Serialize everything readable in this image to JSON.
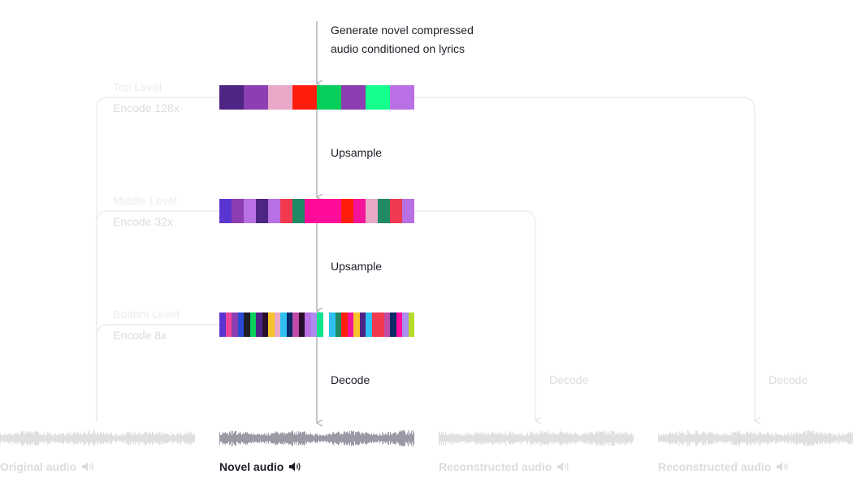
{
  "annotations": {
    "generate_line1": "Generate novel compressed",
    "generate_line2": "audio conditioned on lyrics",
    "upsample_top": "Upsample",
    "upsample_mid": "Upsample",
    "decode_main": "Decode",
    "decode_mid": "Decode",
    "decode_top": "Decode"
  },
  "levels": [
    {
      "name": "Top Level",
      "encode": "Encode 128x",
      "codes": [
        {
          "c": "#4e2484",
          "w": 30
        },
        {
          "c": "#8b3fb3",
          "w": 30
        },
        {
          "c": "#e8a8c8",
          "w": 30
        },
        {
          "c": "#ff1e0e",
          "w": 30
        },
        {
          "c": "#06ce5a",
          "w": 30
        },
        {
          "c": "#8c3db0",
          "w": 30
        },
        {
          "c": "#14ff8c",
          "w": 30
        },
        {
          "c": "#b870e4",
          "w": 30
        }
      ]
    },
    {
      "name": "Middle Level",
      "encode": "Encode 32x",
      "codes": [
        {
          "c": "#5b35cf",
          "w": 15
        },
        {
          "c": "#8c3db0",
          "w": 15
        },
        {
          "c": "#b870e4",
          "w": 15
        },
        {
          "c": "#4e2484",
          "w": 15
        },
        {
          "c": "#b870e4",
          "w": 15
        },
        {
          "c": "#f1394f",
          "w": 15
        },
        {
          "c": "#1f8a64",
          "w": 15
        },
        {
          "c": "#ff0c9a",
          "w": 15
        },
        {
          "c": "#ff0c9a",
          "w": 15
        },
        {
          "c": "#ff0c9a",
          "w": 15
        },
        {
          "c": "#ff1e0e",
          "w": 15
        },
        {
          "c": "#f3149a",
          "w": 15
        },
        {
          "c": "#e8a8c8",
          "w": 15
        },
        {
          "c": "#1f8a64",
          "w": 15
        },
        {
          "c": "#f1394f",
          "w": 15
        },
        {
          "c": "#b870e4",
          "w": 15
        }
      ]
    },
    {
      "name": "Bottom Level",
      "encode": "Encode 8x",
      "codes": [
        {
          "c": "#5b35cf",
          "w": 7.5
        },
        {
          "c": "#f0469a",
          "w": 7.5
        },
        {
          "c": "#8c3db0",
          "w": 7.5
        },
        {
          "c": "#2a4bd6",
          "w": 7.5
        },
        {
          "c": "#1e1e28",
          "w": 7.5
        },
        {
          "c": "#06ce5a",
          "w": 7.5
        },
        {
          "c": "#4e2484",
          "w": 7.5
        },
        {
          "c": "#2a0e2e",
          "w": 7.5
        },
        {
          "c": "#f6c32a",
          "w": 7.5
        },
        {
          "c": "#e8a8c8",
          "w": 7.5
        },
        {
          "c": "#2ec0f0",
          "w": 7.5
        },
        {
          "c": "#0a2a6a",
          "w": 7.5
        },
        {
          "c": "#c04aa6",
          "w": 7.5
        },
        {
          "c": "#2a0e2e",
          "w": 7.5
        },
        {
          "c": "#b870e4",
          "w": 7.5
        },
        {
          "c": "#ad8bf0",
          "w": 7.5
        },
        {
          "c": "#14e28c",
          "w": 7.5
        },
        {
          "c": "#ffffff",
          "w": 7.5
        },
        {
          "c": "#2ec0f0",
          "w": 7.5
        },
        {
          "c": "#1f8a64",
          "w": 7.5
        },
        {
          "c": "#ff1e0e",
          "w": 7.5
        },
        {
          "c": "#f3149a",
          "w": 7.5
        },
        {
          "c": "#f6c32a",
          "w": 7.5
        },
        {
          "c": "#4e2484",
          "w": 7.5
        },
        {
          "c": "#2ec0f0",
          "w": 7.5
        },
        {
          "c": "#f1394f",
          "w": 7.5
        },
        {
          "c": "#f1394f",
          "w": 7.5
        },
        {
          "c": "#c04aa6",
          "w": 7.5
        },
        {
          "c": "#0a2a6a",
          "w": 7.5
        },
        {
          "c": "#ff0c9a",
          "w": 7.5
        },
        {
          "c": "#ad8bf0",
          "w": 7.5
        },
        {
          "c": "#b6dc2a",
          "w": 7.5
        }
      ]
    }
  ],
  "audio": [
    {
      "label": "Original audio",
      "state": "faint"
    },
    {
      "label": "Novel audio",
      "state": "active"
    },
    {
      "label": "Reconstructed audio",
      "state": "faint"
    },
    {
      "label": "Reconstructed audio",
      "state": "faint"
    }
  ],
  "icons": {
    "speaker": "speaker-icon"
  },
  "colors": {
    "text_dark": "#1e1e28",
    "text_faint": "#dcdcdc",
    "wire_faint": "#ececec",
    "wire_main": "#a9a9b0",
    "wave_active": "#9a9aa6",
    "wave_faint": "#e0e0e0"
  }
}
